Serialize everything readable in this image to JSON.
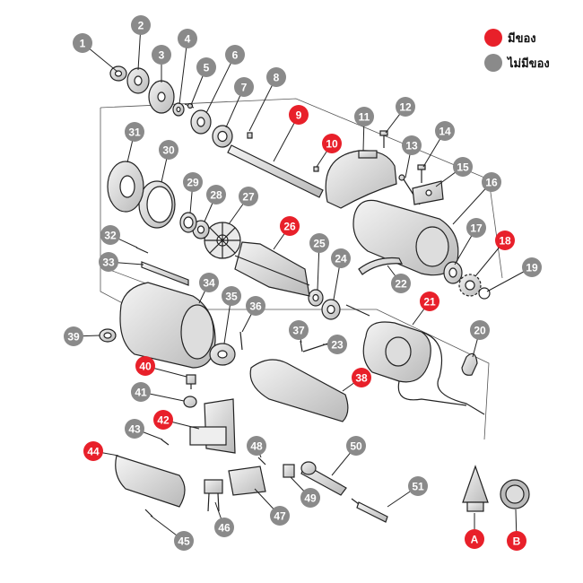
{
  "legend": {
    "items": [
      {
        "label": "มีของ",
        "color": "#e8202a"
      },
      {
        "label": "ไม่มีของ",
        "color": "#8a8a8a"
      }
    ]
  },
  "colors": {
    "available": "#e8202a",
    "unavailable": "#8a8a8a",
    "line": "#222222"
  },
  "parts": [
    {
      "label": "1",
      "status": "unavailable"
    },
    {
      "label": "2",
      "status": "unavailable"
    },
    {
      "label": "3",
      "status": "unavailable"
    },
    {
      "label": "4",
      "status": "unavailable"
    },
    {
      "label": "5",
      "status": "unavailable"
    },
    {
      "label": "6",
      "status": "unavailable"
    },
    {
      "label": "7",
      "status": "unavailable"
    },
    {
      "label": "8",
      "status": "unavailable"
    },
    {
      "label": "9",
      "status": "available"
    },
    {
      "label": "10",
      "status": "available"
    },
    {
      "label": "11",
      "status": "unavailable"
    },
    {
      "label": "12",
      "status": "unavailable"
    },
    {
      "label": "13",
      "status": "unavailable"
    },
    {
      "label": "14",
      "status": "unavailable"
    },
    {
      "label": "15",
      "status": "unavailable"
    },
    {
      "label": "16",
      "status": "unavailable"
    },
    {
      "label": "17",
      "status": "unavailable"
    },
    {
      "label": "18",
      "status": "available"
    },
    {
      "label": "19",
      "status": "unavailable"
    },
    {
      "label": "20",
      "status": "unavailable"
    },
    {
      "label": "21",
      "status": "available"
    },
    {
      "label": "22",
      "status": "unavailable"
    },
    {
      "label": "23",
      "status": "unavailable"
    },
    {
      "label": "24",
      "status": "unavailable"
    },
    {
      "label": "25",
      "status": "unavailable"
    },
    {
      "label": "26",
      "status": "available"
    },
    {
      "label": "27",
      "status": "unavailable"
    },
    {
      "label": "28",
      "status": "unavailable"
    },
    {
      "label": "29",
      "status": "unavailable"
    },
    {
      "label": "30",
      "status": "unavailable"
    },
    {
      "label": "31",
      "status": "unavailable"
    },
    {
      "label": "32",
      "status": "unavailable"
    },
    {
      "label": "33",
      "status": "unavailable"
    },
    {
      "label": "34",
      "status": "unavailable"
    },
    {
      "label": "35",
      "status": "unavailable"
    },
    {
      "label": "36",
      "status": "unavailable"
    },
    {
      "label": "37",
      "status": "unavailable"
    },
    {
      "label": "38",
      "status": "available"
    },
    {
      "label": "39",
      "status": "unavailable"
    },
    {
      "label": "40",
      "status": "available"
    },
    {
      "label": "41",
      "status": "unavailable"
    },
    {
      "label": "42",
      "status": "available"
    },
    {
      "label": "43",
      "status": "unavailable"
    },
    {
      "label": "44",
      "status": "available"
    },
    {
      "label": "45",
      "status": "unavailable"
    },
    {
      "label": "46",
      "status": "unavailable"
    },
    {
      "label": "47",
      "status": "unavailable"
    },
    {
      "label": "48",
      "status": "unavailable"
    },
    {
      "label": "49",
      "status": "unavailable"
    },
    {
      "label": "50",
      "status": "unavailable"
    },
    {
      "label": "51",
      "status": "unavailable"
    },
    {
      "label": "A",
      "status": "available"
    },
    {
      "label": "B",
      "status": "available"
    }
  ]
}
